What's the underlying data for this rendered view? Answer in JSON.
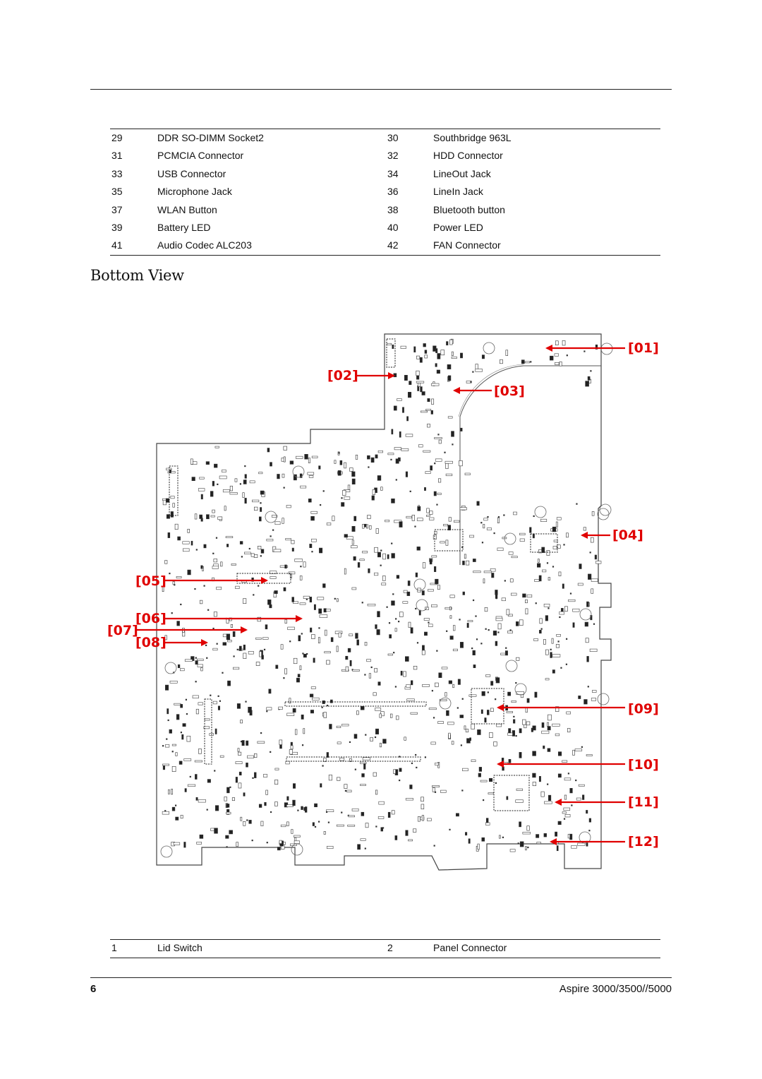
{
  "top_table": {
    "rows": [
      {
        "n1": "29",
        "l1": "DDR SO-DIMM Socket2",
        "n2": "30",
        "l2": "Southbridge 963L"
      },
      {
        "n1": "31",
        "l1": "PCMCIA Connector",
        "n2": "32",
        "l2": "HDD Connector"
      },
      {
        "n1": "33",
        "l1": "USB Connector",
        "n2": "34",
        "l2": "LineOut Jack"
      },
      {
        "n1": "35",
        "l1": "Microphone Jack",
        "n2": "36",
        "l2": "LineIn Jack"
      },
      {
        "n1": "37",
        "l1": "WLAN Button",
        "n2": "38",
        "l2": "Bluetooth button"
      },
      {
        "n1": "39",
        "l1": "Battery LED",
        "n2": "40",
        "l2": "Power LED"
      },
      {
        "n1": "41",
        "l1": "Audio Codec ALC203",
        "n2": "42",
        "l2": "FAN Connector"
      }
    ]
  },
  "section_title": "Bottom View",
  "callouts": [
    "[01]",
    "[02]",
    "[03]",
    "[04]",
    "[05]",
    "[06]",
    "[07]",
    "[08]",
    "[09]",
    "[10]",
    "[11]",
    "[12]"
  ],
  "callout_color": "#e00000",
  "bottom_table": {
    "rows": [
      {
        "n1": "1",
        "l1": "Lid Switch",
        "n2": "2",
        "l2": "Panel Connector"
      }
    ]
  },
  "footer": {
    "page_number": "6",
    "doc_title": "Aspire 3000/3500//5000"
  }
}
